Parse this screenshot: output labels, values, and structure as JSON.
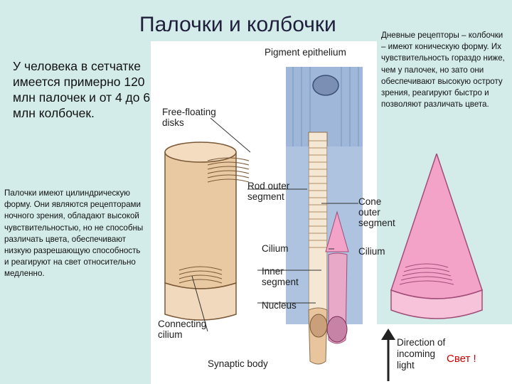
{
  "title": "Палочки и колбочки",
  "left_text_1": "У человека в сетчатке имеется примерно 120 млн палочек и от 4  до 6 млн колбочек.",
  "left_text_2": "Палочки имеют цилиндрическую форму. Они являются рецепторами ночного зрения, обладают высокой чувствительностью, но не способны различать цвета, обеспечивают низкую разрешающую способность и реагируют на свет относительно медленно.",
  "right_text": "Дневные рецепторы – колбочки – имеют коническую форму. Их чувствительность гораздо ниже, чем у палочек, но зато они обеспечивают высокую остроту зрения, реагируют быстро и позволяют различать цвета.",
  "figure": {
    "labels": {
      "pigment_epithelium": "Pigment epithelium",
      "free_floating_disks": "Free-floating\ndisks",
      "rod_outer_segment": "Rod outer\nsegment",
      "cone_outer_segment": "Cone outer\nsegment",
      "cilium_left": "Cilium",
      "cilium_right": "Cilium",
      "inner_segment": "Inner\nsegment",
      "nucleus": "Nucleus",
      "connecting_cilium": "Connecting\ncilium",
      "synaptic_body": "Synaptic body",
      "direction_of_incoming_light": "Direction of\nincoming\nlight"
    },
    "light_label": "Свет !"
  },
  "colors": {
    "background": "#d3ece9",
    "title": "#1f1f3c",
    "rod_fill": "#e9c9a1",
    "cone_fill": "#f3a3c8",
    "epithelium": "#9fb8d9",
    "light_label": "#cc0000"
  }
}
